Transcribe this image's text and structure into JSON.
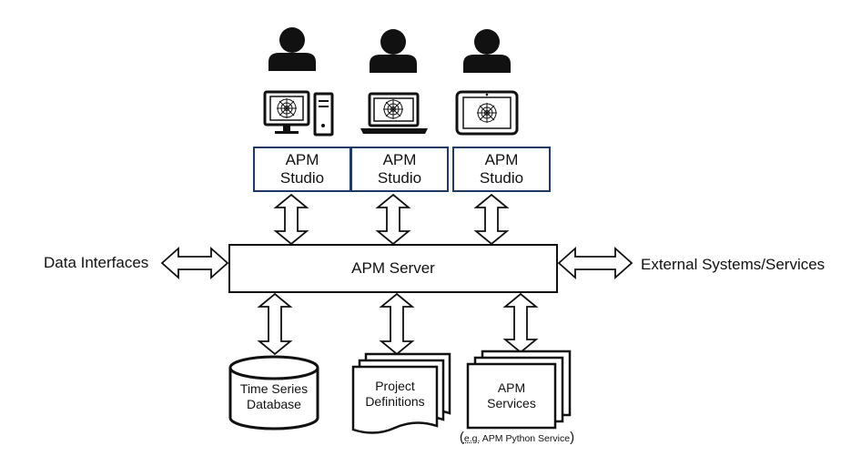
{
  "studios": [
    {
      "line1": "APM",
      "line2": "Studio",
      "device": "desktop"
    },
    {
      "line1": "APM",
      "line2": "Studio",
      "device": "laptop"
    },
    {
      "line1": "APM",
      "line2": "Studio",
      "device": "tablet"
    }
  ],
  "server": {
    "label": "APM Server"
  },
  "left_label": "Data Interfaces",
  "right_label": "External Systems/Services",
  "bottom": {
    "database": {
      "line1": "Time Series",
      "line2": "Database"
    },
    "projects": {
      "line1": "Project",
      "line2": "Definitions"
    },
    "services": {
      "line1": "APM",
      "line2": "Services"
    },
    "services_note": {
      "open": "(",
      "eg": "e.g.",
      "rest": " APM Python Service",
      "close": ")"
    }
  },
  "icons": [
    "user-icon",
    "desktop-icon",
    "laptop-icon",
    "tablet-icon",
    "spider-web-icon",
    "database-icon",
    "document-stack-icon"
  ]
}
